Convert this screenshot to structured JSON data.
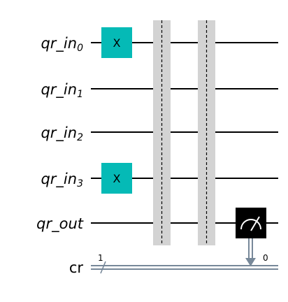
{
  "circuit": {
    "qubits": [
      {
        "base": "qr_in",
        "index": "0"
      },
      {
        "base": "qr_in",
        "index": "1"
      },
      {
        "base": "qr_in",
        "index": "2"
      },
      {
        "base": "qr_in",
        "index": "3"
      },
      {
        "base": "qr_out",
        "index": ""
      }
    ],
    "classical": {
      "name": "cr",
      "width": "1",
      "measure_bit": "0"
    },
    "gates": {
      "x0": "X",
      "x3": "X"
    },
    "colors": {
      "x_gate": "#05bab6",
      "barrier": "#d3d3d3",
      "measure": "#000000",
      "classical_wire": "#778899"
    }
  }
}
